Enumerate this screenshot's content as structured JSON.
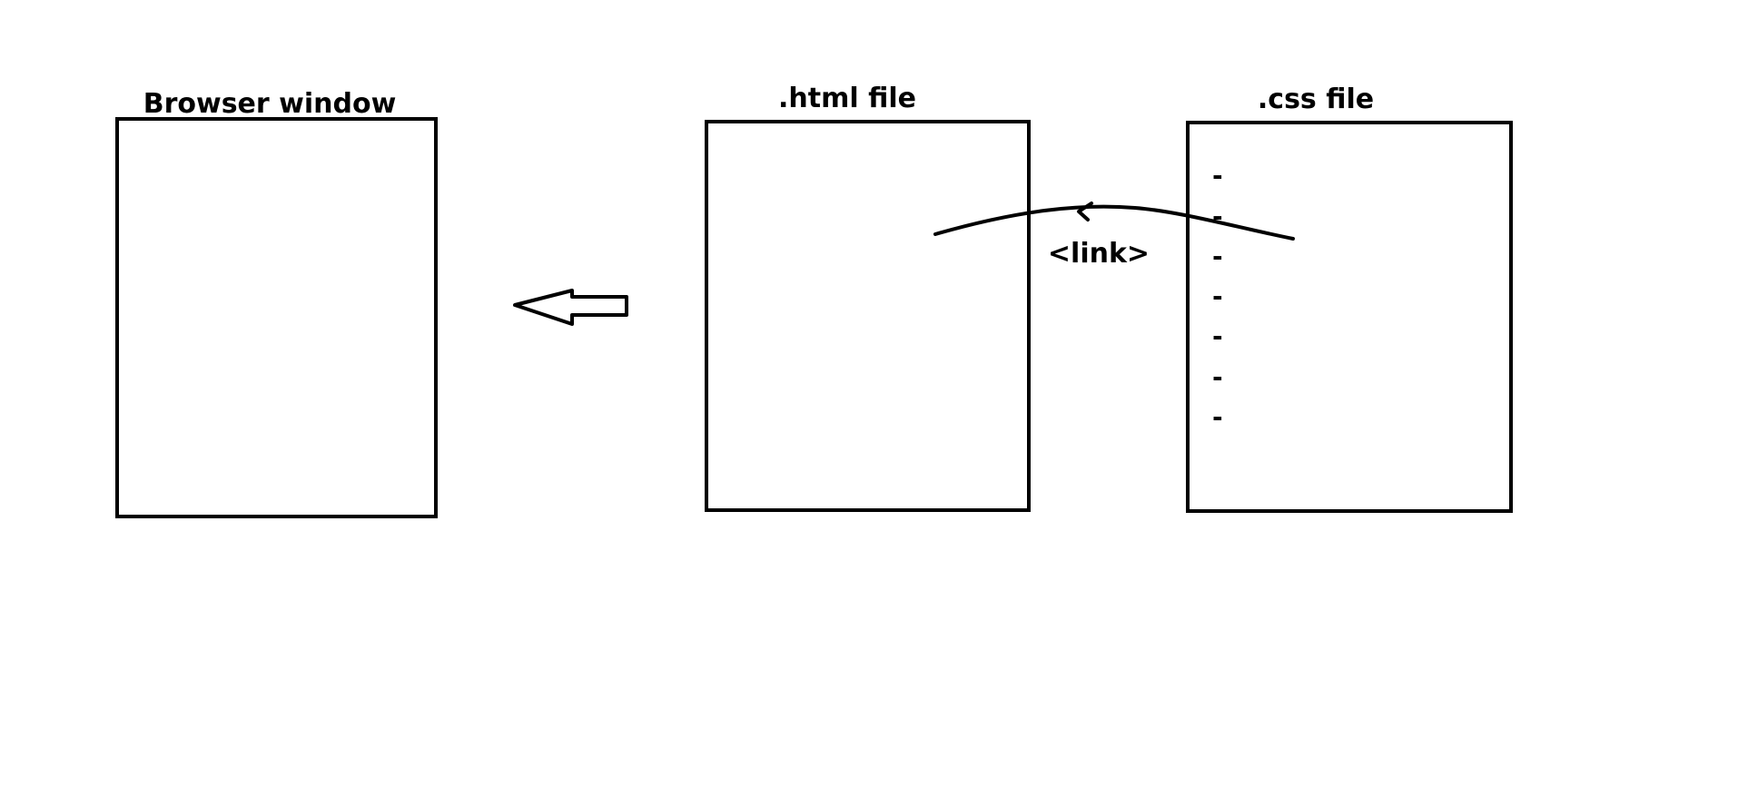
{
  "colors": {
    "background": "#ffffff",
    "ink": "#000000"
  },
  "boxes": {
    "browser": {
      "title": "Browser window"
    },
    "html": {
      "title": ".html file"
    },
    "css": {
      "title": ".css file",
      "lines": [
        "-",
        "-",
        "-",
        "-",
        "-",
        "-",
        "-"
      ]
    }
  },
  "connector": {
    "label": "<link>"
  },
  "icons": {
    "render_arrow": "hollow-arrow-left-icon",
    "link_arrow": "curved-arrow-left-icon"
  }
}
